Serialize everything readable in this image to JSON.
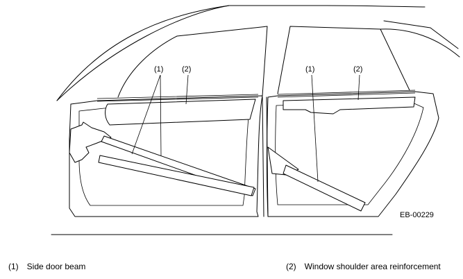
{
  "diagram": {
    "callouts": {
      "front_beam": "(1)",
      "front_reinforcement": "(2)",
      "rear_beam": "(1)",
      "rear_reinforcement": "(2)"
    },
    "figure_code": "EB-00229"
  },
  "legend": [
    {
      "number": "(1)",
      "label": "Side door beam"
    },
    {
      "number": "(2)",
      "label": "Window shoulder area reinforcement"
    }
  ]
}
